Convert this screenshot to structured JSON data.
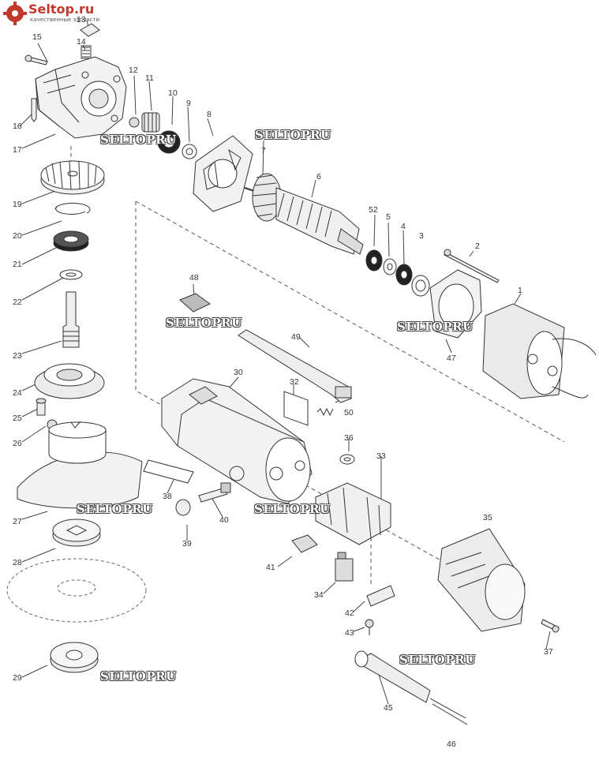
{
  "logo": {
    "title": "Seltop.ru",
    "subtitle": "качественные запчасти"
  },
  "watermark": "SELTOPRU",
  "labels": {
    "n1": "1",
    "n2": "2",
    "n3": "3",
    "n4": "4",
    "n5": "5",
    "n6": "6",
    "n7": "7",
    "n8": "8",
    "n9": "9",
    "n10": "10",
    "n11": "11",
    "n12": "12",
    "n13": "13",
    "n14": "14",
    "n15": "15",
    "n16": "16",
    "n17": "17",
    "n19": "19",
    "n20": "20",
    "n21": "21",
    "n22": "22",
    "n23": "23",
    "n24": "24",
    "n25": "25",
    "n26": "26",
    "n27": "27",
    "n28": "28",
    "n29": "29",
    "n30": "30",
    "n32": "32",
    "n33": "33",
    "n34": "34",
    "n35": "35",
    "n36": "36",
    "n37": "37",
    "n38": "38",
    "n39": "39",
    "n40": "40",
    "n41": "41",
    "n42": "42",
    "n43": "43",
    "n45": "45",
    "n46": "46",
    "n47": "47",
    "n48": "48",
    "n49": "49",
    "n50": "50",
    "n52": "52"
  },
  "colors": {
    "line": "#333333",
    "part_fill": "#f4f4f4",
    "shade": "#cfcfcf",
    "logo_red": "#c0392b"
  }
}
